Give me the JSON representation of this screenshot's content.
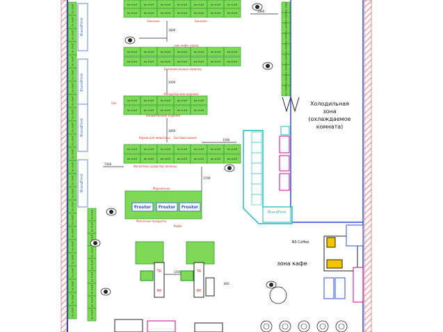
{
  "zones": {
    "cold_room_line1": "Холодильная",
    "cold_room_line2": "зона",
    "cold_room_line3": "(охлаждаемое",
    "cold_room_line4": "комната)",
    "cafe": "зона кафе"
  },
  "shelves": {
    "unit_label": "be shelf",
    "brand": "BrandFord",
    "frozen_brand": "Frostor",
    "tray_code": "TR",
    "checkout_code": "NK"
  },
  "labels": {
    "lbl_a": "Бакалея",
    "lbl_b": "Бакалея",
    "lbl_c": "чай, кофе, какао",
    "lbl_d": "Безалкогольные напитки",
    "lbl_e": "Кондитерские изделия",
    "lbl_f": "Кондитерские изделия",
    "lbl_g": "Кормa для животных",
    "lbl_h": "Бытовая химия",
    "lbl_i": "Косметика средства гигиены",
    "lbl_j": "Молочные продукты",
    "lbl_k": "Мороженое",
    "lbl_l": "Кофе",
    "lbl_m": "Сок",
    "lbl_n": "NS Coffee"
  },
  "dimensions": {
    "d1": "1989",
    "d2": "1506",
    "d3": "7400",
    "d4": "1800",
    "d5": "2000",
    "d6": "1800",
    "d7": "1700",
    "d8": "1500",
    "d9": "800"
  },
  "colors": {
    "shelf_fill": "#7ed957",
    "shelf_stroke": "#1a8f1a",
    "brand_fill": "#ffffff",
    "brand_stroke": "#3b6fd6",
    "wall_hatch": "#d94a4a",
    "wall_line": "#2b4fd6",
    "label_red": "#e0301e",
    "cyan": "#18b8b8",
    "magenta": "#d0008f"
  }
}
